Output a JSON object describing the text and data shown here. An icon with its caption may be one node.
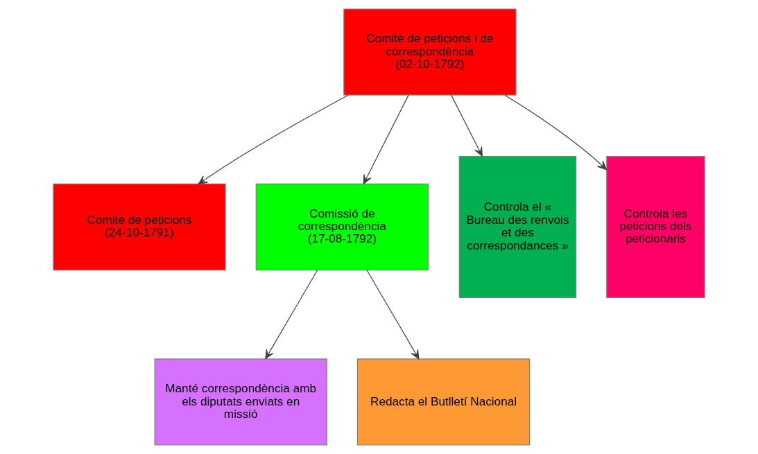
{
  "diagram": {
    "nodes": [
      {
        "text": [
          "Comitè de peticions i de correspondència (02-10-1792)"
        ]
      },
      {
        "text": [
          "Comitè de peticions (24-10-1791)"
        ]
      },
      {
        "text": [
          "Comissió de correspondència (17-08-1792)"
        ]
      },
      {
        "text": [
          "Controla el « Bureau des renvois et des correspondances »"
        ]
      },
      {
        "text": [
          "Controla les peticions dels peticionaris"
        ]
      },
      {
        "text": [
          "Manté correspondència amb els diputats enviats en missió"
        ]
      },
      {
        "text": [
          "Redacta el Butlletí Nacional"
        ]
      }
    ],
    "edges": [
      {
        "from": 0,
        "to": 1,
        "arrow": "to"
      },
      {
        "from": 0,
        "to": 2,
        "arrow": "to"
      },
      {
        "from": 0,
        "to": 3,
        "arrow": "to"
      },
      {
        "from": 0,
        "to": 4,
        "arrow": "to"
      },
      {
        "from": 2,
        "to": 5,
        "arrow": "to"
      },
      {
        "from": 2,
        "to": 6,
        "arrow": "to"
      }
    ]
  }
}
